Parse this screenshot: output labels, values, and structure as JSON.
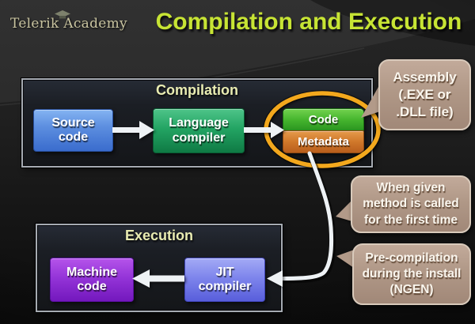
{
  "slide": {
    "logo": "Telerik Academy",
    "title": "Compilation and Execution"
  },
  "compilation": {
    "label": "Compilation",
    "boxes": {
      "source": "Source\ncode",
      "compiler": "Language\ncompiler",
      "code": "Code",
      "metadata": "Metadata"
    }
  },
  "execution": {
    "label": "Execution",
    "boxes": {
      "machine": "Machine\ncode",
      "jit": "JIT\ncompiler"
    }
  },
  "callouts": {
    "assembly": "Assembly\n(.EXE or\n.DLL file)",
    "jit_trigger": "When given\nmethod is called\nfor the first time",
    "ngen": "Pre-compilation\nduring the install\n(NGEN)"
  },
  "colors": {
    "title": "#c7e434",
    "group_label": "#e9ecb2",
    "group_border": "#a6abb2",
    "highlight_ellipse": "#f3a81d",
    "callout_bg": "#b29a89",
    "callout_border": "#d9cabb",
    "source_box": "#3a6ccd",
    "compiler_box": "#23a463",
    "code_box": "#46b52e",
    "metadata_box": "#d0782a",
    "machine_box": "#9434d8",
    "jit_box": "#7e85ec",
    "arrow": "#eef2f5"
  }
}
